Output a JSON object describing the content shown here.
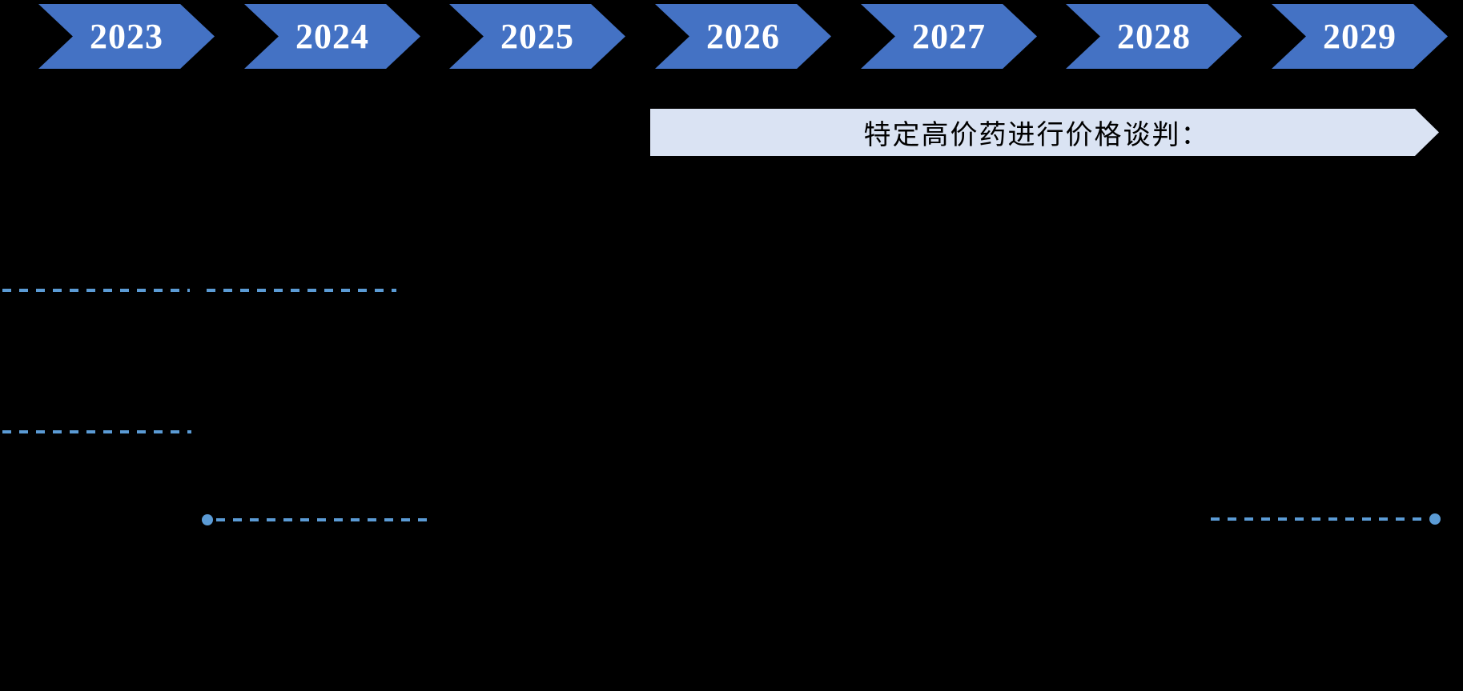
{
  "timeline": {
    "years": [
      "2023",
      "2024",
      "2025",
      "2026",
      "2027",
      "2028",
      "2029"
    ]
  },
  "banner": {
    "label": "特定高价药进行价格谈判："
  },
  "connectors": {
    "description_top_left": "dashed-line",
    "description_top_second": "dashed-line",
    "description_middle_left": "dashed-line",
    "description_bottom_left": "dashed-line-with-start-dot",
    "description_bottom_right": "dashed-line-with-end-dot"
  },
  "colors": {
    "chevron_fill": "#4472C4",
    "chevron_text": "#FFFFFF",
    "banner_fill": "#DAE3F3",
    "banner_text": "#000000",
    "dash": "#5B9BD5",
    "background": "#000000"
  }
}
